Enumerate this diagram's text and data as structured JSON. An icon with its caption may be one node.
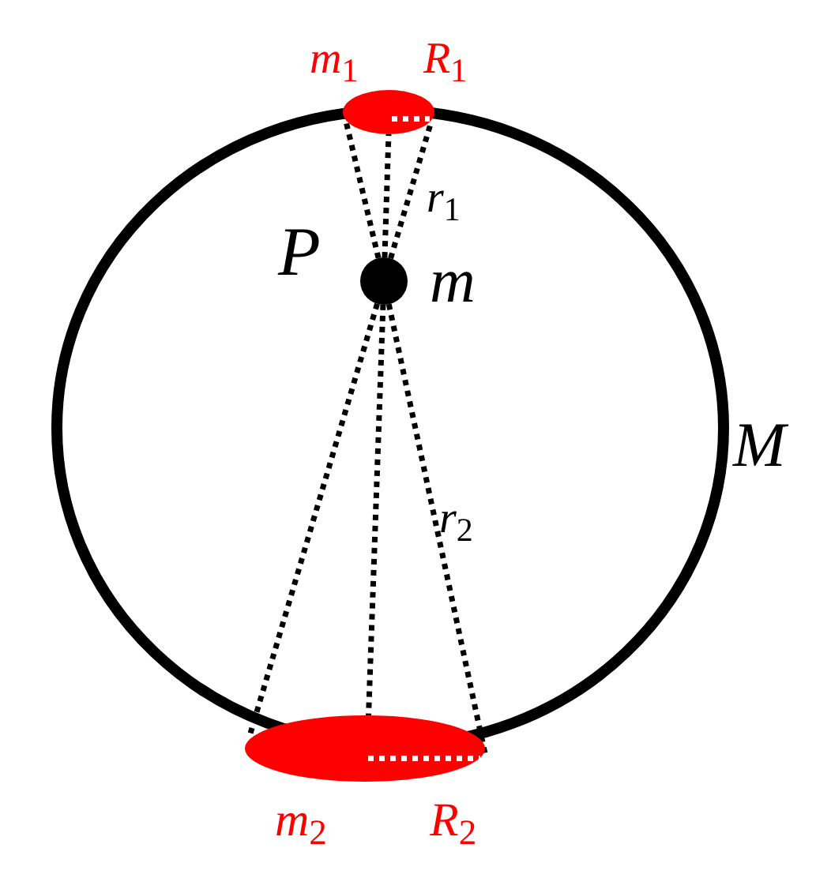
{
  "diagram": {
    "nodes": [
      {
        "text": [],
        "shape": "circle",
        "beside": [
          "m"
        ]
      },
      {
        "text": [],
        "shape": "ellipse",
        "beside": [
          "*m*$_{1}$",
          "*R*$_{1}$"
        ]
      },
      {
        "text": [],
        "shape": "ellipse",
        "beside": [
          "*m*$_{2}$",
          "*R*$_{2}$"
        ]
      }
    ],
    "edges": [
      {
        "from": 0,
        "to": 1,
        "arrow": "none",
        "style": "dashed"
      },
      {
        "from": 0,
        "to": 1,
        "arrow": "none",
        "style": "dashed"
      },
      {
        "from": 0,
        "to": 1,
        "arrow": "none",
        "style": "dashed",
        "label": "*r*$_{1}$"
      },
      {
        "from": 0,
        "to": 2,
        "arrow": "none",
        "style": "dashed"
      },
      {
        "from": 0,
        "to": 2,
        "arrow": "none",
        "style": "dashed"
      },
      {
        "from": 0,
        "to": 2,
        "arrow": "none",
        "style": "dashed",
        "label": "*r*$_{2}$"
      }
    ],
    "labels": [
      "P",
      "M"
    ]
  }
}
